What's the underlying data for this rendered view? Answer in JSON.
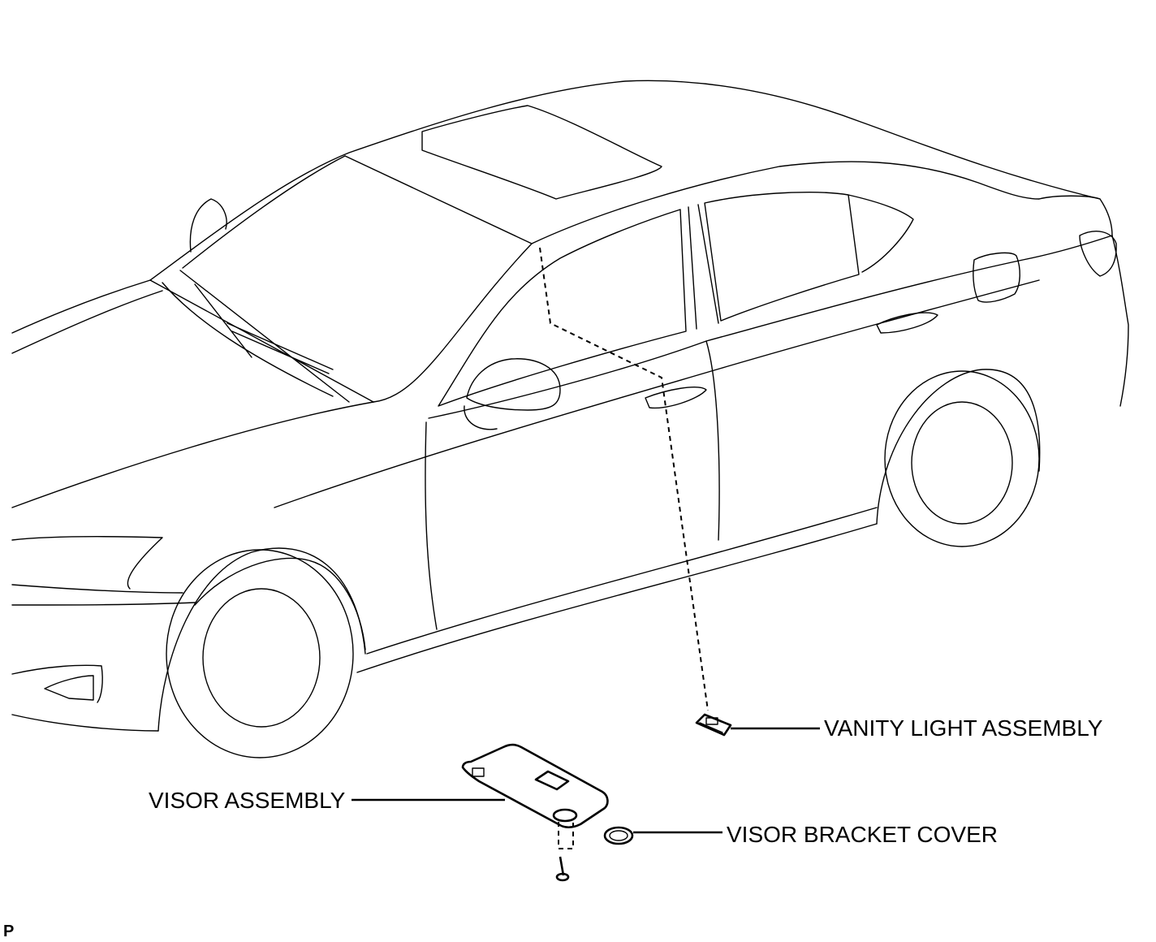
{
  "figure": {
    "corner_code": "P",
    "callouts": {
      "vanity_light": "VANITY LIGHT ASSEMBLY",
      "visor": "VISOR ASSEMBLY",
      "bracket_cover": "VISOR BRACKET COVER"
    }
  },
  "colors": {
    "line": "#000000",
    "background": "#ffffff"
  }
}
